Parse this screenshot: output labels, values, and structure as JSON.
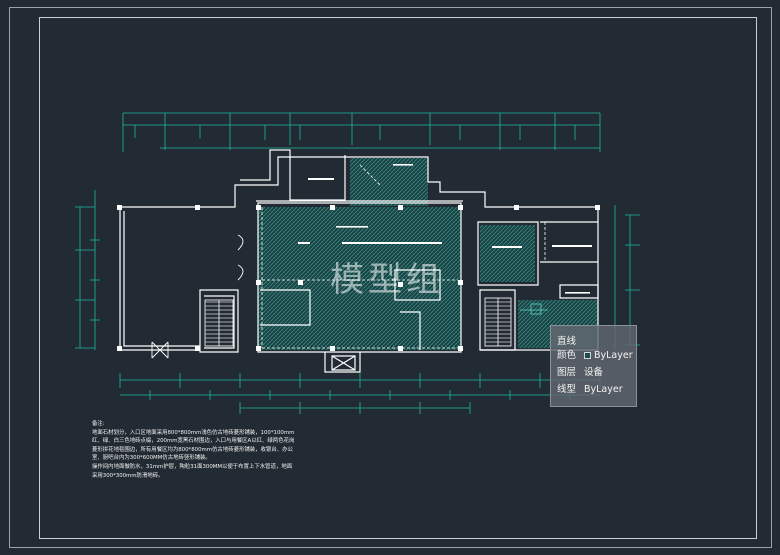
{
  "watermark": "模型组",
  "notes": {
    "heading": "备注:",
    "lines": [
      "地面石材划分，入口区地面采用800*800mm浅色仿古地砖菱形铺装，100*100mm",
      "红、绿、白三色地砖点缀，200mm宽黑石材围边，入口与用餐区A以红、绿两色花岗",
      "菱形拼花地毯围边，所有用餐区均为800*800mm仿古地砖菱形铺装，收银台、办公",
      "室、厨吧台内为300*600MM仿古地砖竖形铺装。",
      "    操作间内地面做防水，31mm护层，陶粒31面300MM以便于布置上下水管道，地面",
      "采用300*300mm防滑地砖。"
    ]
  },
  "tooltip": {
    "title": "直线",
    "rows": [
      {
        "key": "颜色",
        "value": "ByLayer",
        "swatch": "#1f4a50"
      },
      {
        "key": "图层",
        "value": "设备"
      },
      {
        "key": "线型",
        "value": "ByLayer"
      }
    ]
  },
  "colors": {
    "background": "#222a33",
    "wall": "#ffffff",
    "dimension": "#1fb8a0",
    "hatch": "#2a8f86"
  }
}
